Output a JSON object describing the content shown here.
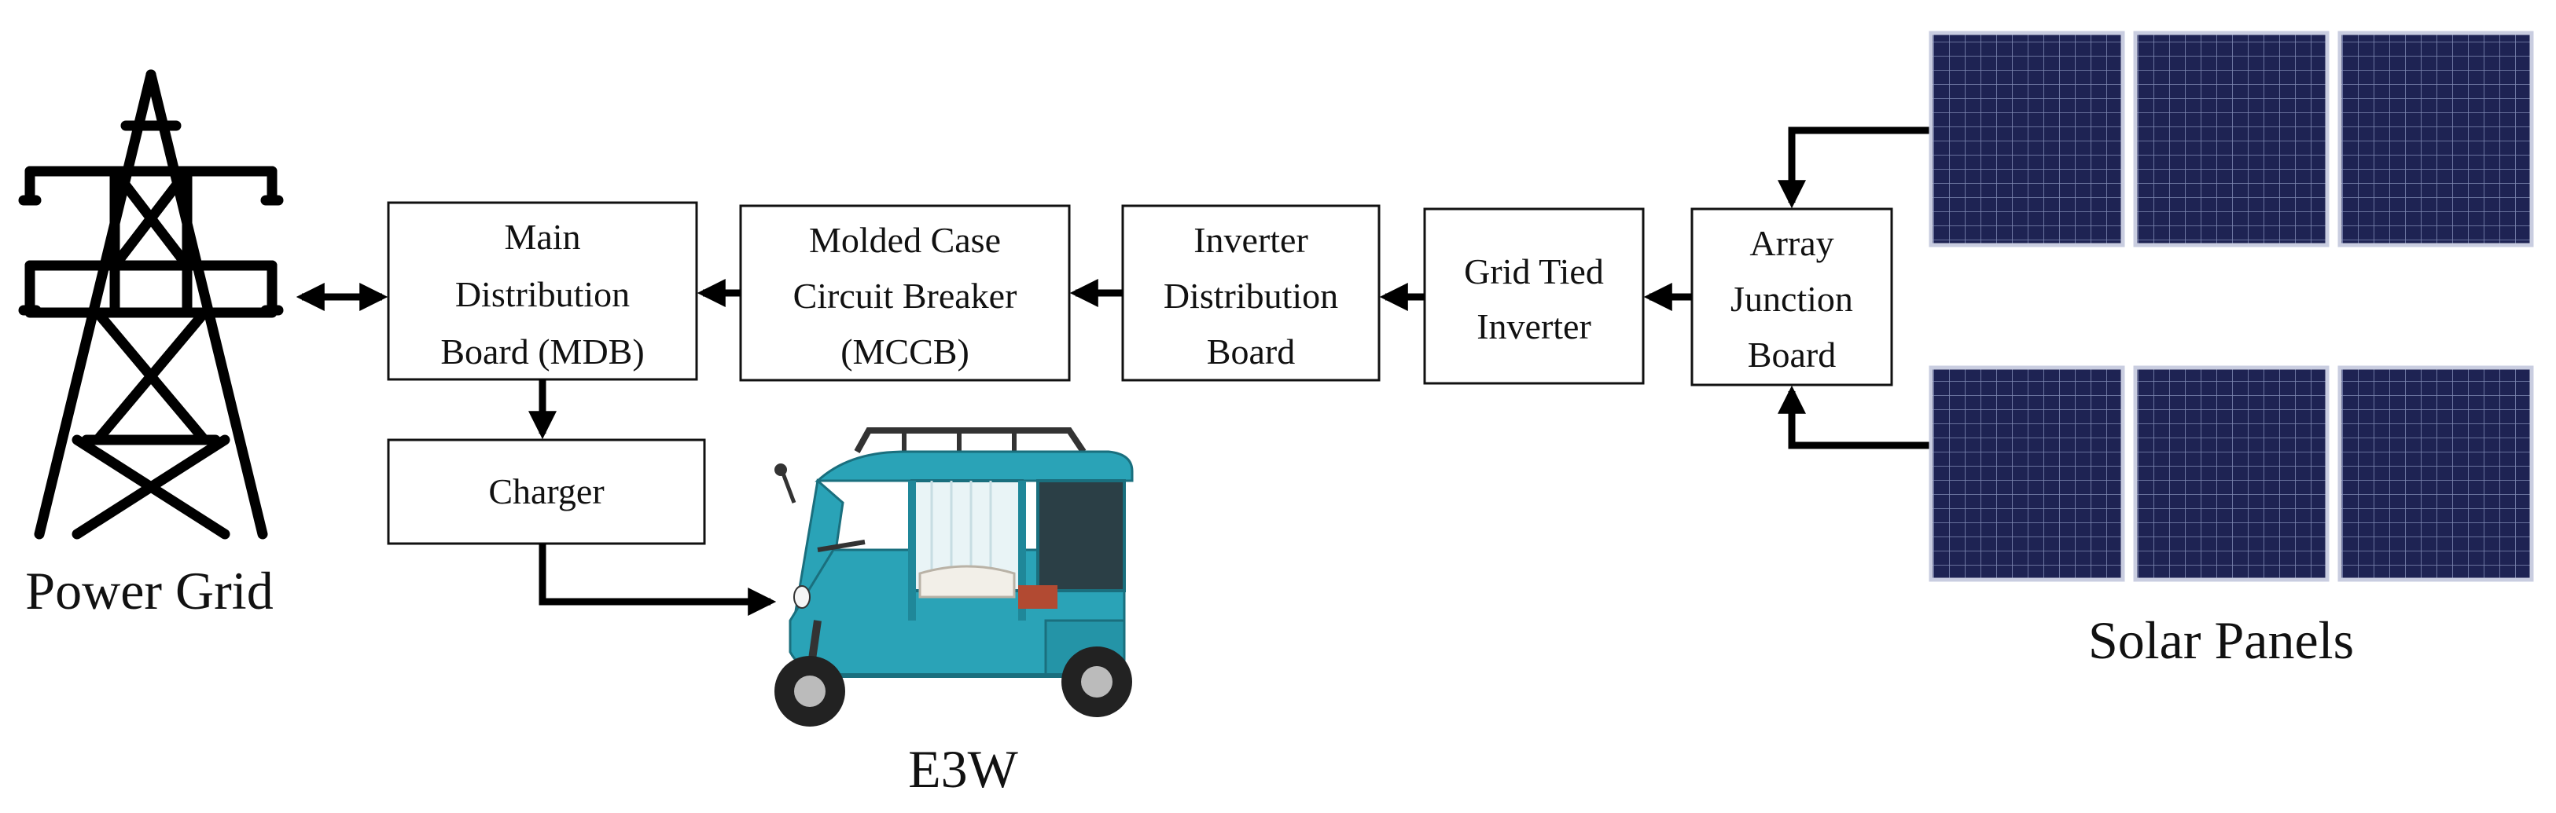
{
  "diagram": {
    "labels": {
      "power_grid": "Power Grid",
      "solar_panels": "Solar Panels",
      "e3w": "E3W"
    },
    "boxes": {
      "mdb": [
        "Main",
        "Distribution",
        "Board (MDB)"
      ],
      "mccb": [
        "Molded Case",
        "Circuit Breaker",
        "(MCCB)"
      ],
      "idb": [
        "Inverter",
        "Distribution",
        "Board"
      ],
      "inverter": [
        "Grid Tied",
        "Inverter"
      ],
      "ajb": [
        "Array",
        "Junction",
        "Board"
      ],
      "charger": [
        "Charger"
      ]
    },
    "icons": {
      "power_grid": "transmission-tower-icon",
      "solar_panels": "solar-panel-icon",
      "e3w": "electric-three-wheeler-icon"
    },
    "colors": {
      "panel": "#1e2353",
      "panel_grid": "#8a93b8",
      "vehicle": "#2aa3b7"
    }
  }
}
